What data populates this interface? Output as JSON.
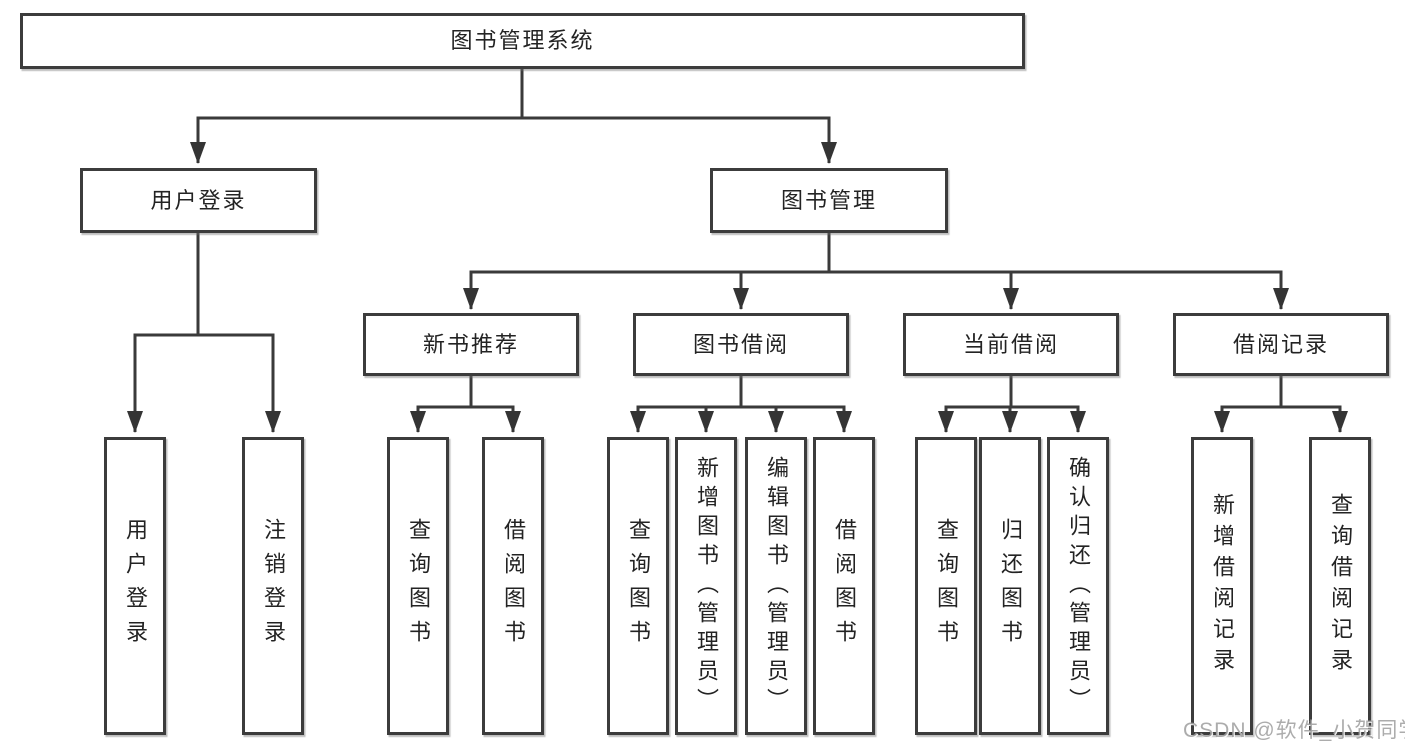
{
  "watermark": "CSDN @软件_小贺同学",
  "colors": {
    "background": "#ffffff",
    "box_border": "#3c3c3c",
    "connector_line": "#3a3a3a",
    "text": "#232323",
    "watermark_text": "#9e9e9e"
  },
  "tree": {
    "root": "图书管理系统",
    "branches": [
      {
        "label": "用户登录",
        "children": [
          "用户登录",
          "注销登录"
        ]
      },
      {
        "label": "图书管理",
        "sections": [
          {
            "label": "新书推荐",
            "children": [
              "查询图书",
              "借阅图书"
            ]
          },
          {
            "label": "图书借阅",
            "children": [
              "查询图书",
              "新增图书（管理员）",
              "编辑图书（管理员）",
              "借阅图书"
            ]
          },
          {
            "label": "当前借阅",
            "children": [
              "查询图书",
              "归还图书",
              "确认归还（管理员）"
            ]
          },
          {
            "label": "借阅记录",
            "children": [
              "新增借阅记录",
              "查询借阅记录"
            ]
          }
        ]
      }
    ]
  }
}
